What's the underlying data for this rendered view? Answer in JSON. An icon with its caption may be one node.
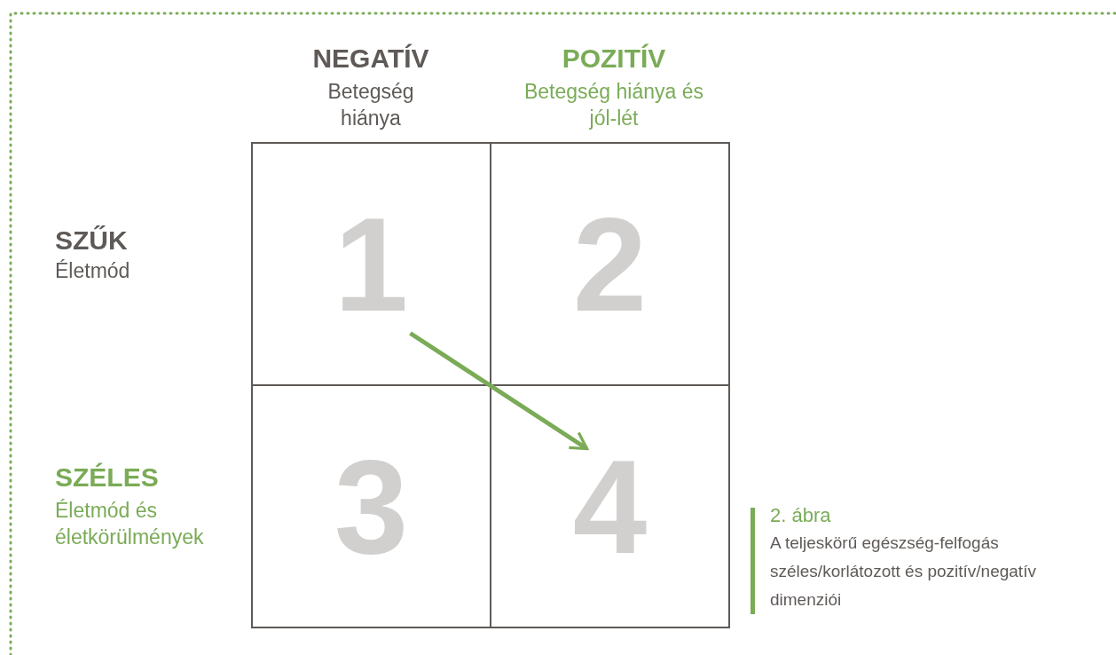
{
  "diagram": {
    "caption": "A teljeskörű egészség-felfogás széles/korlátozott és pozitív/negatív dimenziói",
    "nodes": [
      {
        "text": [
          "1"
        ]
      },
      {
        "text": [
          "2"
        ]
      },
      {
        "text": [
          "3"
        ]
      },
      {
        "text": [
          "4"
        ]
      }
    ],
    "edges": [
      {
        "from": 0,
        "to": 3,
        "arrow": "to"
      }
    ],
    "labels": [
      "NEGATÍV",
      "Betegség hiánya",
      "POZITÍV",
      "Betegség hiánya és jól-lét",
      "SZŰK",
      "Életmód",
      "SZÉLES",
      "Életmód és életkörülmények",
      "2. ábra"
    ]
  }
}
